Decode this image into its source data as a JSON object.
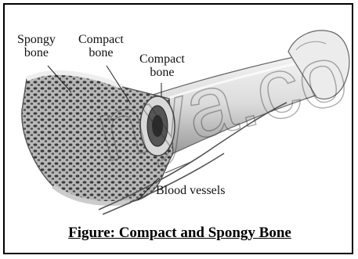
{
  "labels": {
    "spongy_bone": [
      "Spongy",
      "bone"
    ],
    "compact_bone_outer": [
      "Compact",
      "bone"
    ],
    "compact_bone_inner": [
      "Compact",
      "bone"
    ],
    "blood_vessels": "Blood vessels"
  },
  "watermark": "nya.co",
  "caption": "Figure: Compact and Spongy Bone",
  "colors": {
    "frame_border": "#000000",
    "bone_shaft": "#e3e3e3",
    "spongy_texture": "#3d3d3d",
    "watermark": "#ffffff"
  }
}
